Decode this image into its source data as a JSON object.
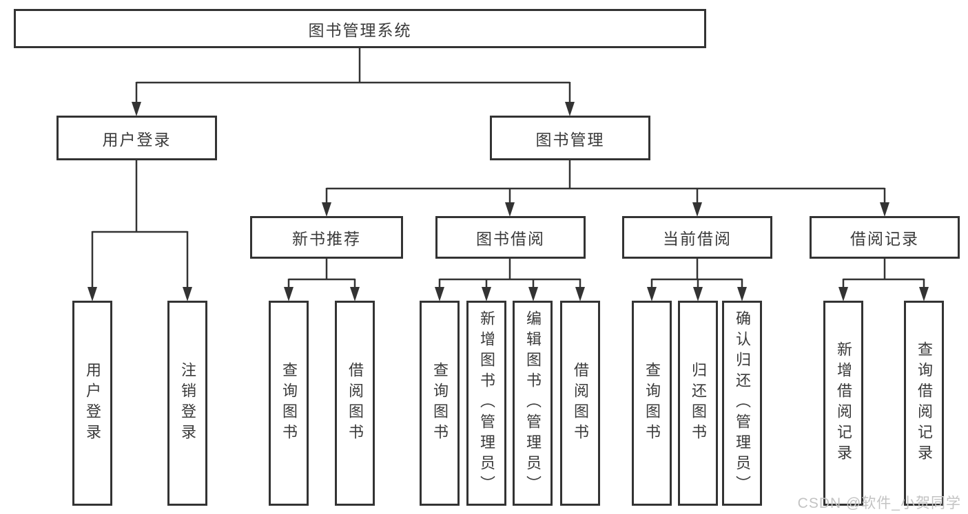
{
  "diagram": {
    "root": {
      "label": "图书管理系统"
    },
    "level2": [
      {
        "label": "用户登录"
      },
      {
        "label": "图书管理"
      }
    ],
    "level3": [
      {
        "label": "新书推荐"
      },
      {
        "label": "图书借阅"
      },
      {
        "label": "当前借阅"
      },
      {
        "label": "借阅记录"
      }
    ],
    "level4": {
      "user_login": [
        {
          "label": "用户登录"
        },
        {
          "label": "注销登录"
        }
      ],
      "new_book_recommendation": [
        {
          "label": "查询图书"
        },
        {
          "label": "借阅图书"
        }
      ],
      "book_borrowing": [
        {
          "label": "查询图书"
        },
        {
          "label": "新增图书（管理员）"
        },
        {
          "label": "编辑图书（管理员）"
        },
        {
          "label": "借阅图书"
        }
      ],
      "current_borrowing": [
        {
          "label": "查询图书"
        },
        {
          "label": "归还图书"
        },
        {
          "label": "确认归还（管理员）"
        }
      ],
      "borrowing_records": [
        {
          "label": "新增借阅记录"
        },
        {
          "label": "查询借阅记录"
        }
      ]
    }
  },
  "watermark": {
    "text": "CSDN @软件_小贺同学"
  },
  "colors": {
    "line": "#333333",
    "box_border": "#333333",
    "box_fill": "#ffffff",
    "text": "#3a3a3a",
    "watermark": "#c3c3c3"
  }
}
